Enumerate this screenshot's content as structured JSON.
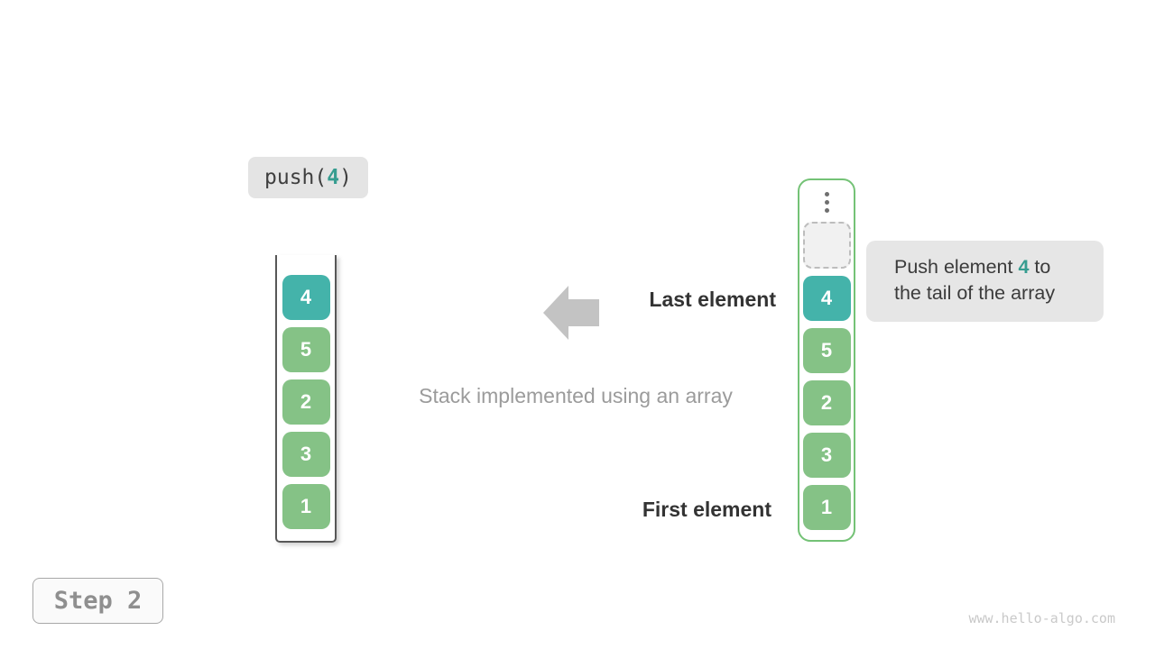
{
  "operation": {
    "prefix": "push(",
    "arg": "4",
    "suffix": ")"
  },
  "stacks": {
    "left": {
      "items": [
        {
          "value": "4",
          "highlight": true
        },
        {
          "value": "5",
          "highlight": false
        },
        {
          "value": "2",
          "highlight": false
        },
        {
          "value": "3",
          "highlight": false
        },
        {
          "value": "1",
          "highlight": false
        }
      ]
    },
    "right": {
      "ellipsis_icon": "vertical-dots",
      "empty_slot": "",
      "items": [
        {
          "value": "4",
          "highlight": true
        },
        {
          "value": "5",
          "highlight": false
        },
        {
          "value": "2",
          "highlight": false
        },
        {
          "value": "3",
          "highlight": false
        },
        {
          "value": "1",
          "highlight": false
        }
      ]
    }
  },
  "annotations": {
    "last_element": "Last element",
    "first_element": "First element",
    "caption": "Stack implemented using an array"
  },
  "tooltip": {
    "line1_before": "Push element ",
    "highlight": "4",
    "line1_after": " to",
    "line2": "the tail of the array"
  },
  "step_label": "Step 2",
  "watermark": "www.hello-algo.com",
  "colors": {
    "highlight_teal": "#44b3aa",
    "highlight_teal_text": "#369d90",
    "element_green": "#85c286",
    "container_border_green": "#74c276",
    "stack_border_gray": "#575757",
    "arrow_gray": "#c3c3c3",
    "tooltip_bg": "#e6e6e6",
    "op_box_bg": "#e4e4e4",
    "text_dark": "#333333",
    "caption_gray": "#9b9b9b",
    "step_text_gray": "#8f8f8f",
    "watermark_gray": "#c9c9c9"
  }
}
